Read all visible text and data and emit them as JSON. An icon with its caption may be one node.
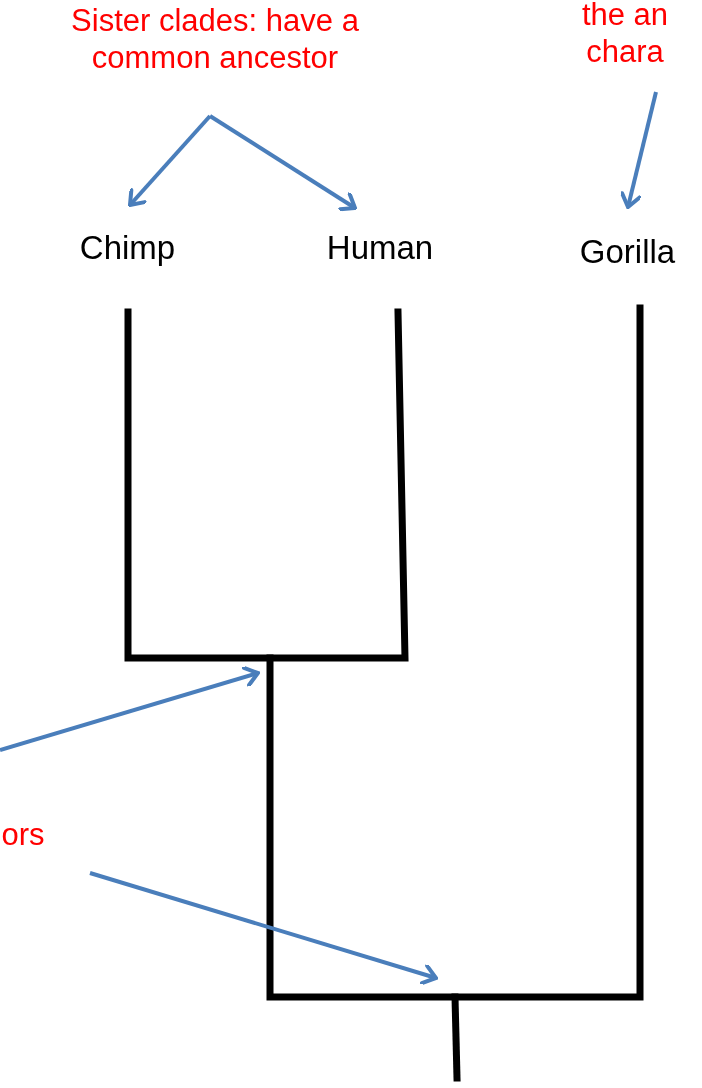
{
  "diagram": {
    "nodes": [
      {
        "text": [
          "Sister clades: have a common ancestor"
        ]
      },
      {
        "text": [
          "the an chara"
        ]
      },
      {
        "text": [
          "Chimp"
        ]
      },
      {
        "text": [
          "Human"
        ]
      },
      {
        "text": [
          "Gorilla"
        ]
      },
      {
        "text": [
          "ors"
        ]
      }
    ],
    "edges": [
      {
        "from": 0,
        "to": 2,
        "arrow": "to"
      },
      {
        "from": 0,
        "to": 3,
        "arrow": "to"
      },
      {
        "from": 1,
        "to": 4,
        "arrow": "to"
      },
      {
        "from": 5,
        "to": null,
        "arrow": "to"
      },
      {
        "from": 5,
        "to": null,
        "arrow": "to"
      }
    ]
  }
}
